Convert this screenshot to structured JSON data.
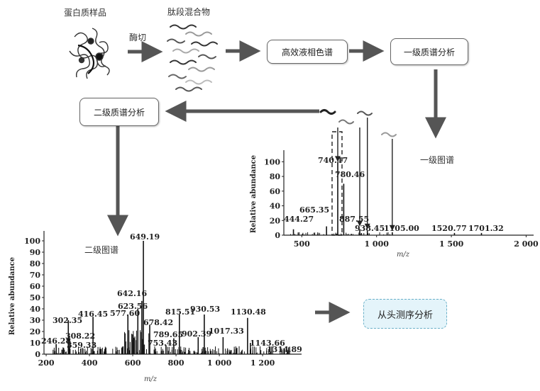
{
  "workflow": {
    "protein_sample": "蛋白质样品",
    "enzyme_digest": "酶切",
    "peptide_mixture": "肽段混合物",
    "hplc": "高效液相色谱",
    "ms1_analysis": "一级质谱分析",
    "ms2_analysis": "二级质谱分析",
    "ms1_spectrum": "一级图谱",
    "ms2_spectrum": "二级图谱",
    "de_novo": "从头测序分析"
  },
  "colors": {
    "arrow": "#555555",
    "box_border": "#666666",
    "denovo_fill": "#e4f4fa",
    "denovo_border": "#6ab0c8"
  },
  "chart_data": [
    {
      "type": "bar",
      "title": "一级图谱",
      "ylabel": "Relative abundance",
      "xlabel": "m/z",
      "xlim": [
        380,
        2050
      ],
      "ylim": [
        0,
        110
      ],
      "xticks": [
        {
          "v": 500,
          "t": "500"
        },
        {
          "v": 1000,
          "t": "1 000"
        },
        {
          "v": 1500,
          "t": "1 500"
        },
        {
          "v": 2000,
          "t": "2 000"
        }
      ],
      "yticks": [
        0,
        20,
        40,
        60,
        80,
        100
      ],
      "peaks": [
        {
          "mz": 444.27,
          "y": 8,
          "label": "444.27"
        },
        {
          "mz": 665.35,
          "y": 12,
          "label": "665.35"
        },
        {
          "mz": 740.47,
          "y": 100,
          "label": "740.47"
        },
        {
          "mz": 780.46,
          "y": 70,
          "label": "780.46"
        },
        {
          "mz": 887.55,
          "y": 8,
          "label": "887.55"
        },
        {
          "mz": 938.45,
          "y": 6,
          "label": "938.45"
        },
        {
          "mz": 1105.0,
          "y": 4,
          "label": "1105.00"
        },
        {
          "mz": 1520.77,
          "y": 3,
          "label": "1520.77"
        },
        {
          "mz": 1701.32,
          "y": 3,
          "label": "1701.32"
        }
      ]
    },
    {
      "type": "bar",
      "title": "二级图谱",
      "ylabel": "Relative abundance",
      "xlabel": "m/z",
      "xlim": [
        190,
        1380
      ],
      "ylim": [
        0,
        105
      ],
      "xticks": [
        {
          "v": 200,
          "t": "200"
        },
        {
          "v": 400,
          "t": "400"
        },
        {
          "v": 600,
          "t": "600"
        },
        {
          "v": 800,
          "t": "800"
        },
        {
          "v": 1000,
          "t": "1 000"
        },
        {
          "v": 1200,
          "t": "1 200"
        }
      ],
      "yticks": [
        0,
        10,
        20,
        30,
        40,
        50,
        60,
        70,
        80,
        90,
        100
      ],
      "peaks": [
        {
          "mz": 246.28,
          "y": 9,
          "label": "246.28"
        },
        {
          "mz": 302.35,
          "y": 30,
          "label": "302.35"
        },
        {
          "mz": 308.22,
          "y": 14,
          "label": "308.22"
        },
        {
          "mz": 359.33,
          "y": 5,
          "label": "359.33"
        },
        {
          "mz": 416.45,
          "y": 33,
          "label": "416.45"
        },
        {
          "mz": 577.6,
          "y": 35,
          "label": "577.60"
        },
        {
          "mz": 623.56,
          "y": 40,
          "label": "623.56"
        },
        {
          "mz": 642.16,
          "y": 47,
          "label": "642.16"
        },
        {
          "mz": 649.19,
          "y": 100,
          "label": "649.19"
        },
        {
          "mz": 678.42,
          "y": 26,
          "label": "678.42"
        },
        {
          "mz": 753.43,
          "y": 8,
          "label": "753.43"
        },
        {
          "mz": 789.65,
          "y": 14,
          "label": "789.65"
        },
        {
          "mz": 815.51,
          "y": 35,
          "label": "815.51"
        },
        {
          "mz": 902.39,
          "y": 15,
          "label": "902.39"
        },
        {
          "mz": 930.53,
          "y": 35,
          "label": "930.53"
        },
        {
          "mz": 1017.33,
          "y": 15,
          "label": "1017.33"
        },
        {
          "mz": 1130.48,
          "y": 32,
          "label": "1130.48"
        },
        {
          "mz": 1143.66,
          "y": 10,
          "label": "1143.66"
        },
        {
          "mz": 1314.89,
          "y": 3,
          "label": "1314.89"
        }
      ]
    }
  ]
}
